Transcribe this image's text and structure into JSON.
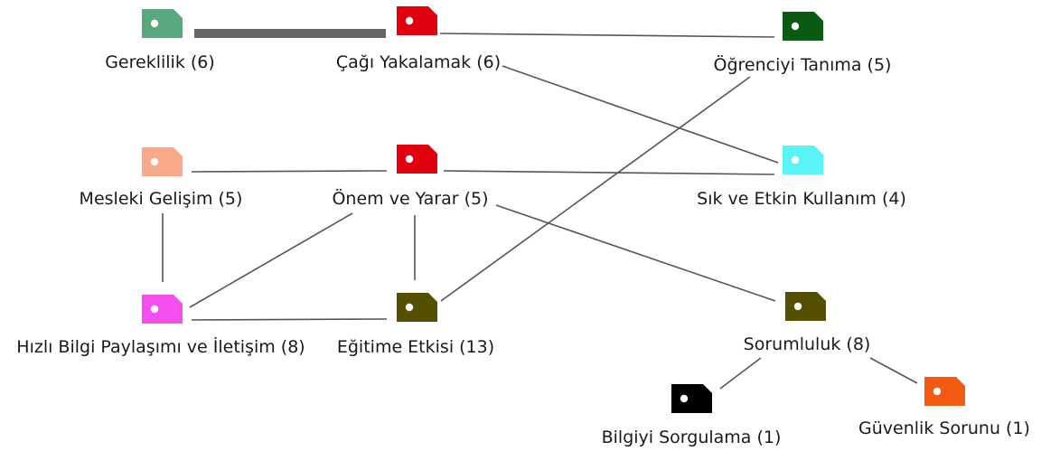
{
  "nodes": [
    {
      "id": "gereklilik",
      "label": "Gereklilik (6)",
      "color": "#5aa87e"
    },
    {
      "id": "cagi",
      "label": "Çağı Yakalamak (6)",
      "color": "#e0000e"
    },
    {
      "id": "ogrenci",
      "label": "Öğrenciyi Tanıma (5)",
      "color": "#0b5a12"
    },
    {
      "id": "mesleki",
      "label": "Mesleki Gelişim (5)",
      "color": "#f7a98a"
    },
    {
      "id": "onem",
      "label": "Önem ve Yarar (5)",
      "color": "#e0000e"
    },
    {
      "id": "sik",
      "label": "Sık ve Etkin Kullanım  (4)",
      "color": "#5af3f8"
    },
    {
      "id": "hizli",
      "label": "Hızlı Bilgi Paylaşımı ve İletişim (8)",
      "color": "#f44ef0"
    },
    {
      "id": "egitim",
      "label": "Eğitime Etkisi (13)",
      "color": "#545000"
    },
    {
      "id": "sorumluluk",
      "label": "Sorumluluk (8)",
      "color": "#545000"
    },
    {
      "id": "bilgiyi",
      "label": "Bilgiyi Sorgulama (1)",
      "color": "#000000"
    },
    {
      "id": "guvenlik",
      "label": "Güvenlik Sorunu (1)",
      "color": "#f25a12"
    }
  ],
  "edges": [
    {
      "from": "gereklilik",
      "to": "cagi",
      "weight": "strong"
    },
    {
      "from": "cagi",
      "to": "ogrenci",
      "weight": "normal"
    },
    {
      "from": "cagi",
      "to": "sik",
      "weight": "normal"
    },
    {
      "from": "ogrenci",
      "to": "egitim",
      "weight": "normal"
    },
    {
      "from": "mesleki",
      "to": "onem",
      "weight": "normal"
    },
    {
      "from": "onem",
      "to": "sik",
      "weight": "normal"
    },
    {
      "from": "mesleki",
      "to": "hizli",
      "weight": "normal"
    },
    {
      "from": "onem",
      "to": "hizli",
      "weight": "normal"
    },
    {
      "from": "onem",
      "to": "egitim",
      "weight": "normal"
    },
    {
      "from": "onem",
      "to": "sorumluluk",
      "weight": "normal"
    },
    {
      "from": "hizli",
      "to": "egitim",
      "weight": "normal"
    },
    {
      "from": "sorumluluk",
      "to": "bilgiyi",
      "weight": "normal"
    },
    {
      "from": "sorumluluk",
      "to": "guvenlik",
      "weight": "normal"
    }
  ],
  "style": {
    "edge_color": "#555555",
    "tag_hole_color": "#ffffff"
  }
}
